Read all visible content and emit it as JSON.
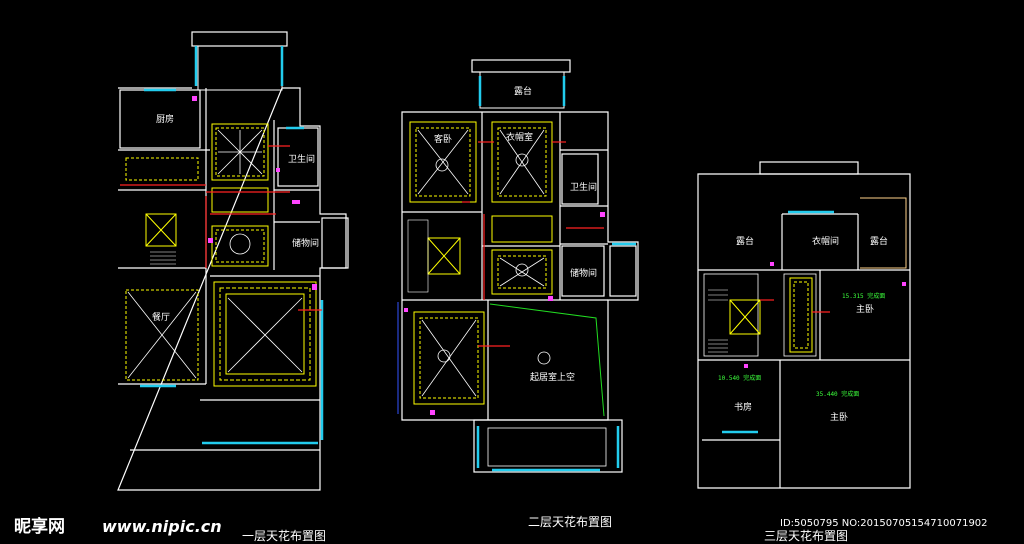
{
  "plans": [
    {
      "title": "一层天花布置图",
      "rooms": [
        "厨房",
        "卫生间",
        "储物间",
        "餐厅"
      ]
    },
    {
      "title": "二层天花布置图",
      "rooms": [
        "露台",
        "客卧",
        "衣帽室",
        "卫生间",
        "储物间",
        "起居室上空"
      ]
    },
    {
      "title": "三层天花布置图",
      "rooms": [
        "露台",
        "衣帽间",
        "露台",
        "主卧",
        "书房",
        "主卧"
      ],
      "annotations": [
        "15.315 完成面",
        "10.540 完成面",
        "35.440 完成面"
      ]
    }
  ],
  "watermark": {
    "logo": "昵享网",
    "url": "www.nipic.cn",
    "image_id": "ID:5050795 NO:20150705154710071902"
  },
  "colors": {
    "background": "#000000",
    "wall": "#ffffff",
    "window": "#22ccee",
    "ceiling": "#ffff00",
    "pipe": "#ff2222",
    "accent": "#ff44ff",
    "annotation": "#3cff3c",
    "balcony": "#ffd28a"
  }
}
